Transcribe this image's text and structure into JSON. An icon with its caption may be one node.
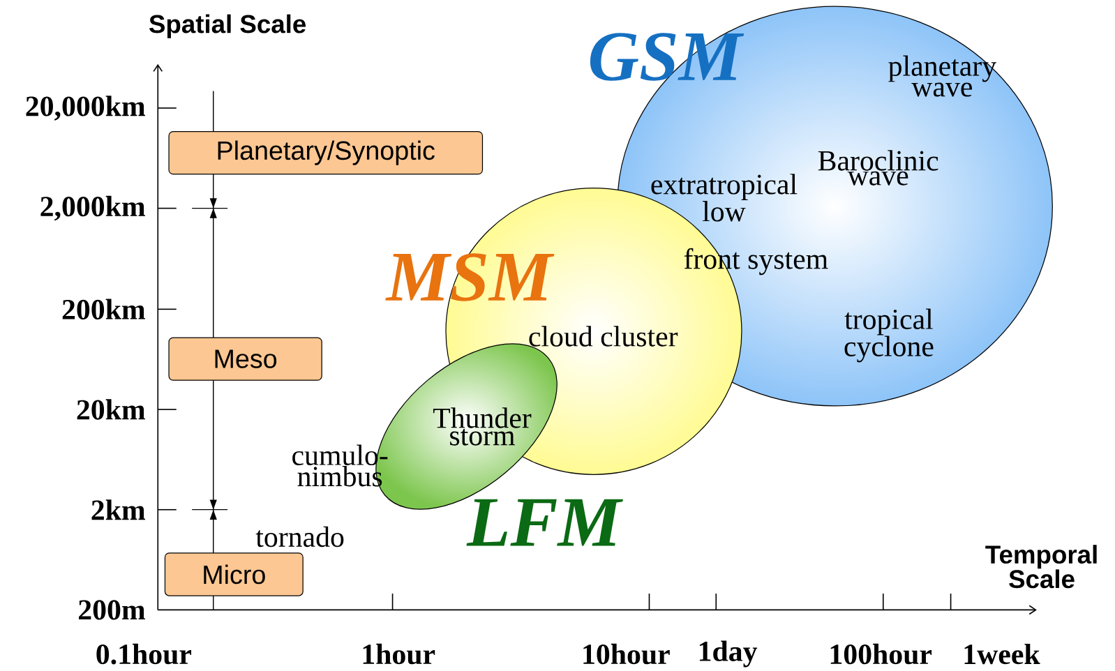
{
  "diagram": {
    "nodes": [
      {
        "text": [
          "GSM",
          "planetary wave",
          "Baroclinic wave",
          "tropical cyclone"
        ]
      },
      {
        "text": [
          "MSM",
          "cloud cluster"
        ]
      },
      {
        "text": [
          "Thunder storm",
          "LFM"
        ]
      },
      {
        "text": [
          "Planetary/Synoptic"
        ]
      },
      {
        "text": [
          "Meso"
        ]
      },
      {
        "text": [
          "Micro"
        ]
      }
    ],
    "labels": [
      "Spatial Scale",
      "20,000km",
      "2,000km",
      "200km",
      "20km",
      "2km",
      "200m",
      "extratropical low",
      "front system",
      "cumulo- nimbus",
      "tornado",
      "Temporal Scale",
      "0.1hour",
      "1hour",
      "10hour",
      "1day",
      "100hour",
      "1week"
    ]
  }
}
